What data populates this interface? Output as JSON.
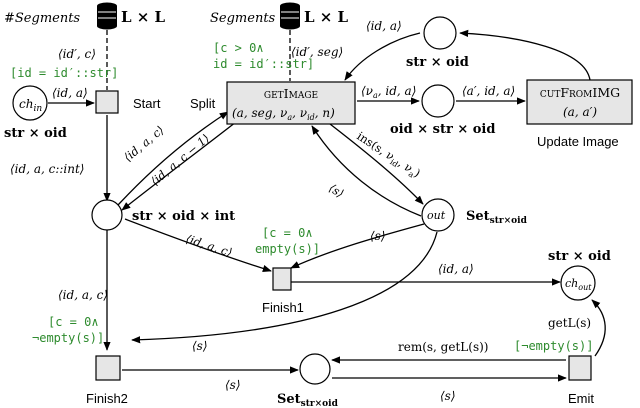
{
  "db_labels": {
    "left_title": "#Segments",
    "left_type": "L × L",
    "mid_title": "Segments",
    "mid_type": "L × L"
  },
  "places": {
    "ch_in": "ch",
    "ch_in_sub": "in",
    "ch_in_type": "str × oid",
    "top_place_type": "str × oid",
    "mid_place_type": "oid × str × oid",
    "center_place_type": "str × oid × int",
    "out": "out",
    "out_type": "Set",
    "out_type_sub": "str×oid",
    "ch_out": "ch",
    "ch_out_sub": "out",
    "ch_out_type": "str × oid",
    "bottom_set_type": "Set",
    "bottom_set_sub": "str×oid"
  },
  "transitions": {
    "start": "Start",
    "split": "Split",
    "getimage_name": "getImage",
    "getimage_args": "(a, seg, ν",
    "cutfromimg_name": "cutFromIMG",
    "cutfromimg_args": "(a, a′)",
    "update_image": "Update Image",
    "finish1": "Finish1",
    "finish2": "Finish2",
    "emit": "Emit"
  },
  "guards": {
    "start_guard": "[id = id′::str]",
    "split_guard_1": "[c > 0∧",
    "split_guard_2": "id = id′::str]",
    "finish1_guard_1": "[c = 0∧",
    "finish1_guard_2": "empty(s)]",
    "finish2_guard_1": "[c = 0∧",
    "finish2_guard_2": "¬empty(s)]",
    "emit_guard": "[¬empty(s)]"
  },
  "arc_labels": {
    "db_left": "⟨id′, c⟩",
    "chin_start": "⟨id, a⟩",
    "start_center": "⟨id, a, c::int⟩",
    "center_split_1": "⟨id, a, c⟩",
    "center_split_2": "⟨id, a, c − 1⟩",
    "db_mid": "⟨id′, seg⟩",
    "top_loop": "⟨id, a⟩",
    "split_mid": "⟨ν",
    "mid_cut": "⟨a′, id, a⟩",
    "ins": "ins(s, ν",
    "s_back": "⟨s⟩",
    "center_finish1": "⟨id, a, c⟩",
    "out_finish1": "⟨s⟩",
    "finish1_chout": "⟨id, a⟩",
    "center_finish2": "⟨id, a, c⟩",
    "out_finish2": "⟨s⟩",
    "finish2_set": "⟨s⟩",
    "rem": "rem(s, getL(s))",
    "set_emit": "⟨s⟩",
    "getl": "getL(s)"
  }
}
